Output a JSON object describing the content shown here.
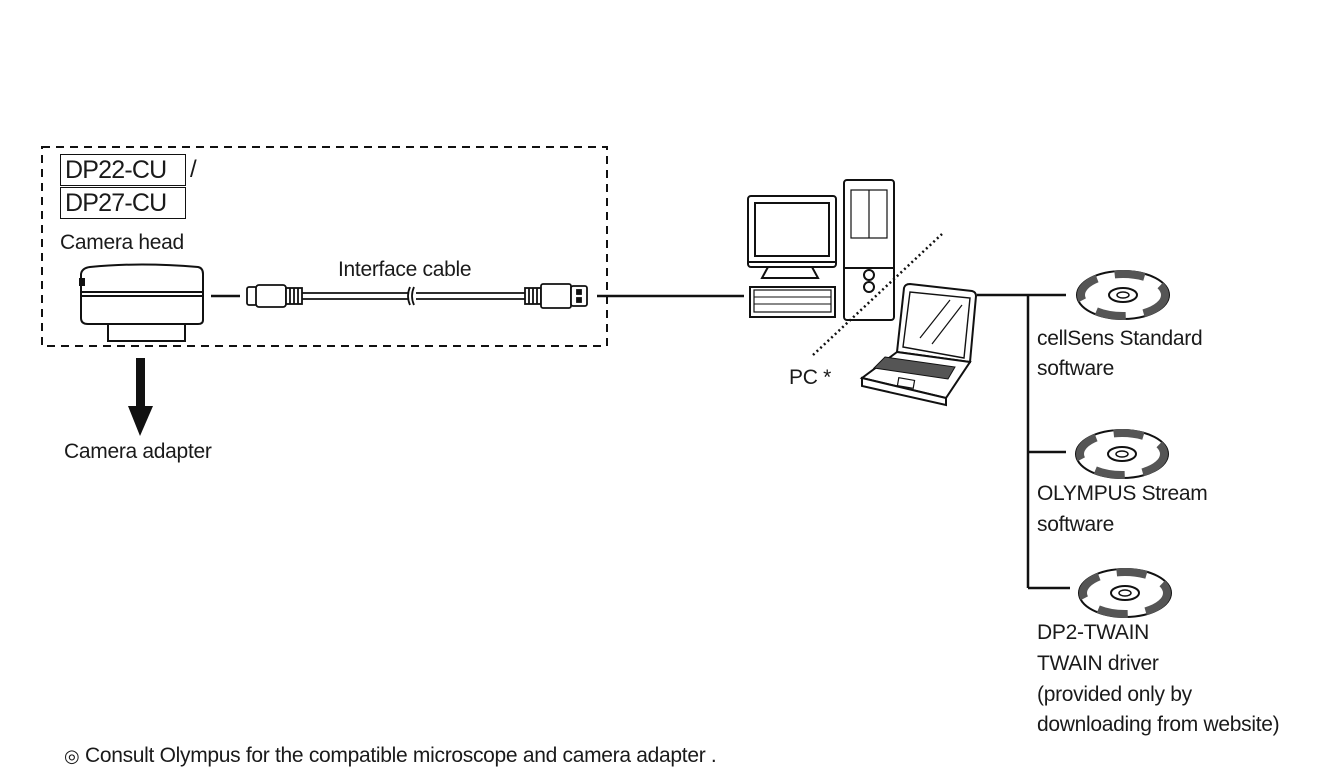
{
  "camera": {
    "model_1": "DP22-CU",
    "separator": "/",
    "model_2": "DP27-CU",
    "label": "Camera head",
    "adapter_label": "Camera adapter"
  },
  "cable": {
    "label": "Interface cable"
  },
  "pc": {
    "label": "PC *"
  },
  "software": [
    {
      "name": "cellSens Standard",
      "sub": "software"
    },
    {
      "name": "OLYMPUS Stream",
      "sub": "software"
    },
    {
      "name": "DP2-TWAIN",
      "sub": "TWAIN driver",
      "note_1": "(provided only by",
      "note_2": "downloading from website)"
    }
  ],
  "footnote": {
    "symbol": "◎",
    "text": "Consult Olympus for the compatible microscope and camera adapter ."
  },
  "colors": {
    "line": "#111111",
    "background": "#ffffff"
  }
}
